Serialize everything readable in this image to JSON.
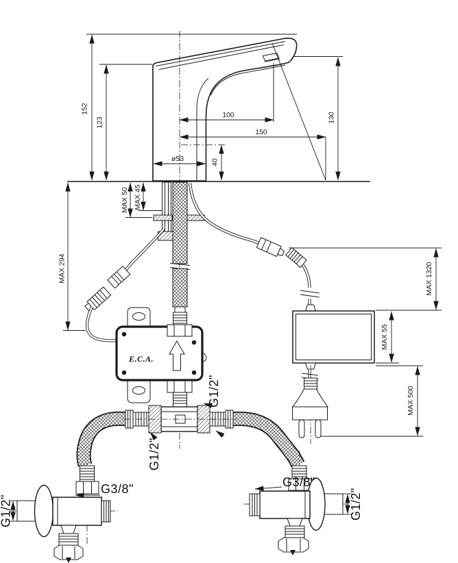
{
  "drawing": {
    "dims": {
      "d152": "152",
      "d123": "123",
      "d100": "100",
      "d150": "150",
      "d130": "130",
      "d40": "40",
      "dia53": "ø53",
      "max50": "MAX 50",
      "max45": "MAX 45",
      "max294": "MAX 294",
      "max1320": "MAX 1320",
      "max55": "MAX 55",
      "max500": "MAX 500"
    },
    "labels": {
      "brand": "E.C.A.",
      "t_top": "G1/2\"",
      "t_side": "G1/2\"",
      "valve_left_outlet": "G3/8\"",
      "valve_left_inlet": "G1/2\"",
      "valve_right_outlet": "G3/8\"",
      "valve_right_inlet": "G1/2\""
    }
  }
}
